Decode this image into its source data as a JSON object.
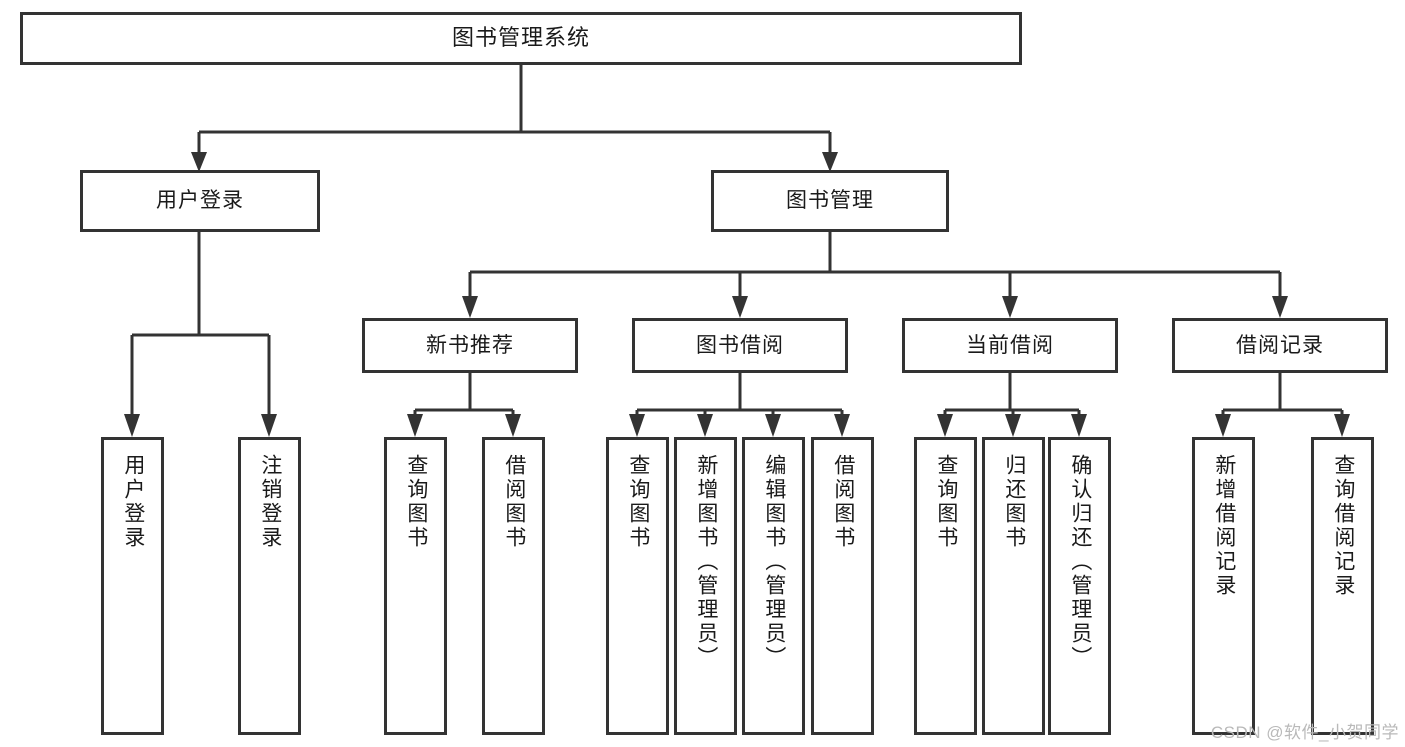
{
  "diagram": {
    "title": "图书管理系统",
    "type": "tree-hierarchy-chart",
    "orientation": "top-down",
    "colors": {
      "box_border": "#333333",
      "box_fill": "#ffffff",
      "connector": "#333333",
      "text": "#1a1a1a",
      "watermark": "#b9b9b9",
      "background": "#ffffff"
    }
  },
  "watermark": {
    "text": "CSDN @软件_小贺同学"
  },
  "nodes": {
    "root": {
      "label": "图书管理系统"
    },
    "level2": [
      {
        "label": "用户登录"
      },
      {
        "label": "图书管理"
      }
    ],
    "level3": [
      {
        "label": "新书推荐"
      },
      {
        "label": "图书借阅"
      },
      {
        "label": "当前借阅"
      },
      {
        "label": "借阅记录"
      }
    ],
    "leaves": {
      "user_login": [
        {
          "label": "用户登录"
        },
        {
          "label": "注销登录"
        }
      ],
      "new_book_recommend": [
        {
          "label": "查询图书"
        },
        {
          "label": "借阅图书"
        }
      ],
      "book_borrow": [
        {
          "label": "查询图书"
        },
        {
          "label": "新增图书（管理员）"
        },
        {
          "label": "编辑图书（管理员）"
        },
        {
          "label": "借阅图书"
        }
      ],
      "current_borrow": [
        {
          "label": "查询图书"
        },
        {
          "label": "归还图书"
        },
        {
          "label": "确认归还（管理员）"
        }
      ],
      "borrow_record": [
        {
          "label": "新增借阅记录"
        },
        {
          "label": "查询借阅记录"
        }
      ]
    }
  }
}
